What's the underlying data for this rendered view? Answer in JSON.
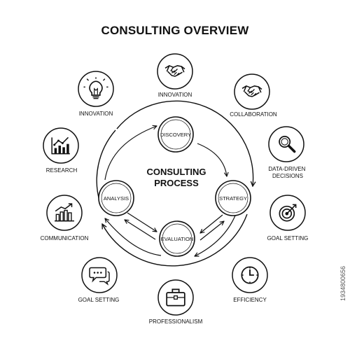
{
  "title": "CONSULTING OVERVIEW",
  "center": {
    "line1": "CONSULTING",
    "line2": "PROCESS"
  },
  "process_nodes": [
    {
      "id": "discovery",
      "label": "DISCOVERY"
    },
    {
      "id": "strategy",
      "label": "STRATEGY"
    },
    {
      "id": "evaluation",
      "label": "EVALUATION"
    },
    {
      "id": "analysis",
      "label": "ANALYSIS"
    }
  ],
  "outer_items": [
    {
      "icon": "handshake-icon",
      "label": "INNOVATION"
    },
    {
      "icon": "handshake-icon",
      "label": "COLLABORATION"
    },
    {
      "icon": "magnifier-icon",
      "label": "DATA-DRIVEN DECISIONS"
    },
    {
      "icon": "target-icon",
      "label": "GOAL SETTING"
    },
    {
      "icon": "clock-icon",
      "label": "EFFICIENCY"
    },
    {
      "icon": "briefcase-icon",
      "label": "PROFESSIONALISM"
    },
    {
      "icon": "chat-bubble-icon",
      "label": "GOAL SETTING"
    },
    {
      "icon": "growth-chart-icon",
      "label": "COMMUNICATION"
    },
    {
      "icon": "line-chart-icon",
      "label": "RESEARCH"
    },
    {
      "icon": "lightbulb-icon",
      "label": "INNOVATION"
    }
  ],
  "watermark": "1934800656"
}
